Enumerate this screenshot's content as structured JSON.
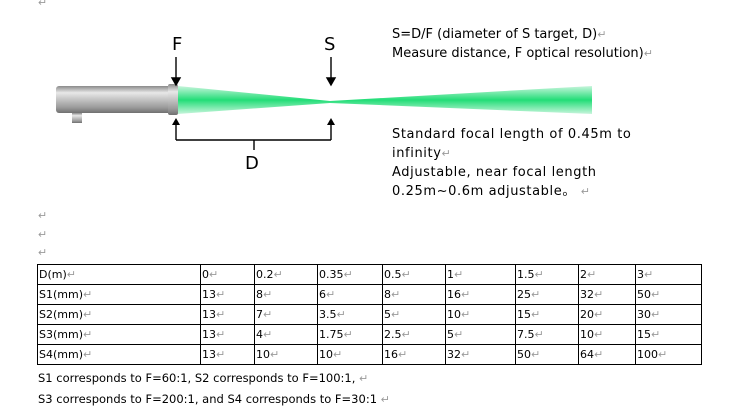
{
  "diagram": {
    "label_f": "F",
    "label_s": "S",
    "label_d": "D",
    "colors": {
      "beam_green": "#22dd77",
      "beam_light": "#c8f5dc",
      "sensor_metal": "#b8b8b8"
    }
  },
  "formula_lines": [
    "S=D/F (diameter of S target, D)",
    "Measure distance, F optical resolution)"
  ],
  "focal_lines": [
    "Standard focal length of 0.45m to",
    "infinity",
    "Adjustable, near focal length",
    "0.25m~0.6m adjustable。"
  ],
  "table": {
    "rows": [
      [
        "D(m)",
        "0",
        "0.2",
        "0.35",
        "0.5",
        "1",
        "1.5",
        "2",
        "3"
      ],
      [
        "S1(mm)",
        "13",
        "8",
        "6",
        "8",
        "16",
        "25",
        "32",
        "50"
      ],
      [
        "S2(mm)",
        "13",
        "7",
        "3.5",
        "5",
        "10",
        "15",
        "20",
        "30"
      ],
      [
        "S3(mm)",
        "13",
        "4",
        "1.75",
        "2.5",
        "5",
        "7.5",
        "10",
        "15"
      ],
      [
        "S4(mm)",
        "13",
        "10",
        "10",
        "16",
        "32",
        "50",
        "64",
        "100"
      ]
    ]
  },
  "footnote_lines": [
    "S1 corresponds to F=60:1, S2 corresponds to F=100:1,",
    "S3 corresponds to F=200:1, and S4 corresponds to F=30:1"
  ],
  "paragraph_mark": "↵"
}
